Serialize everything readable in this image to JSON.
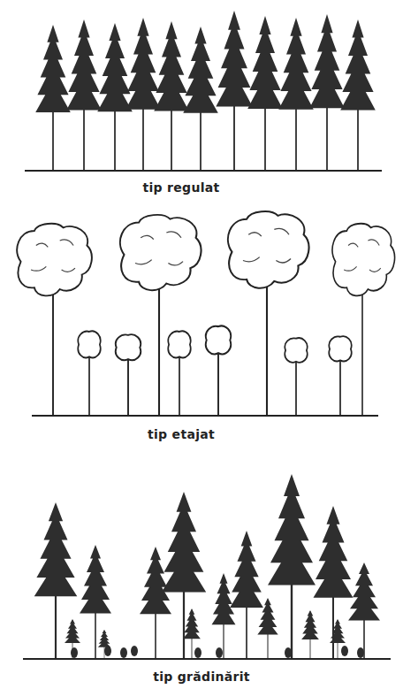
{
  "diagram": {
    "labels": [
      "tip regulat",
      "tip etajat",
      "tip grădinărit"
    ]
  }
}
